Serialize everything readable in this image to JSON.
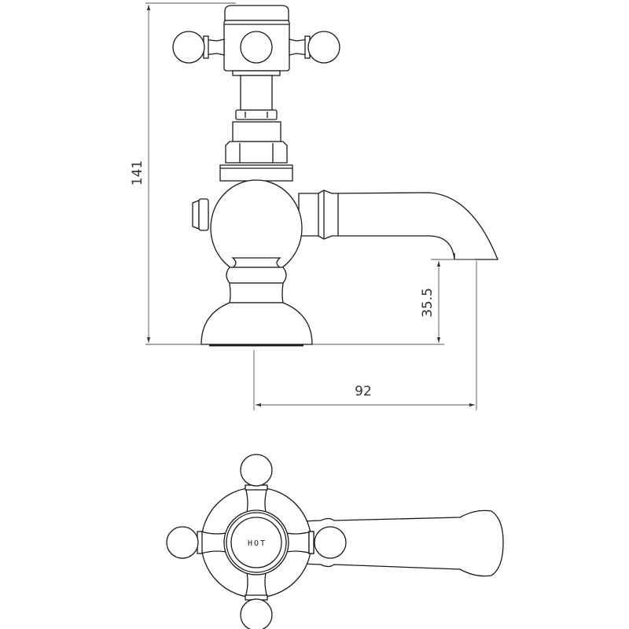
{
  "side_view": {
    "dimensions": {
      "height": "141",
      "spout_height": "35.5",
      "spout_reach": "92"
    }
  },
  "top_view": {
    "cap_label": "HOT"
  },
  "colors": {
    "line": "#1a1a1a",
    "dimension": "#555555"
  }
}
